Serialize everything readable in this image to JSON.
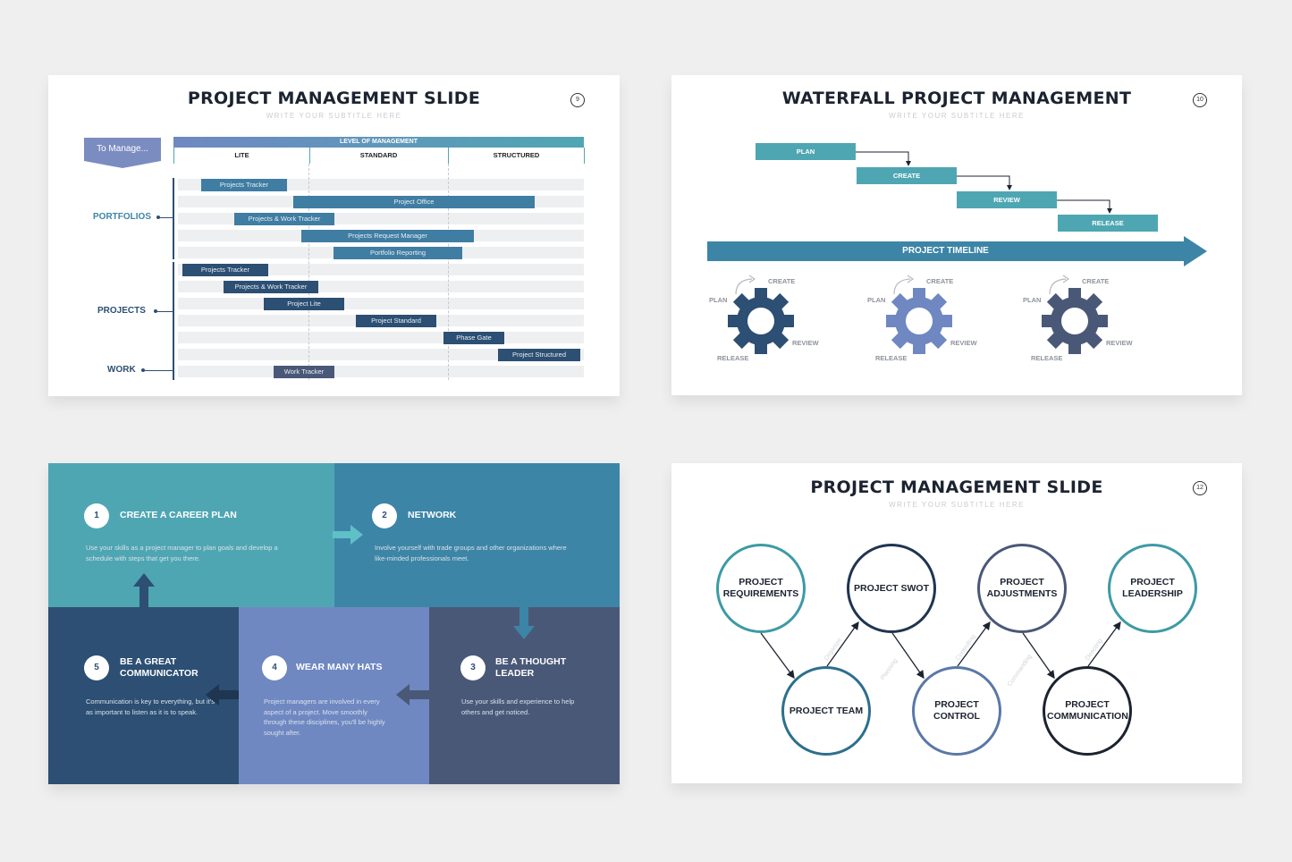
{
  "slide1": {
    "title": "PROJECT MANAGEMENT SLIDE",
    "subtitle": "WRITE YOUR SUBTITLE HERE",
    "page": "9",
    "manage_tag": "To Manage...",
    "level_header": "LEVEL OF MANAGEMENT",
    "columns": [
      "LITE",
      "STANDARD",
      "STRUCTURED"
    ],
    "categories": {
      "portfolios": "PORTFOLIOS",
      "projects": "PROJECTS",
      "work": "WORK"
    },
    "bars": [
      "Projects Tracker",
      "Project Office",
      "Projects & Work Tracker",
      "Projects Request Manager",
      "Portfolio Reporting",
      "Projects Tracker",
      "Projects & Work Tracker",
      "Project Lite",
      "Project Standard",
      "Phase Gate",
      "Project Structured",
      "Work Tracker"
    ]
  },
  "slide2": {
    "title": "WATERFALL PROJECT MANAGEMENT",
    "subtitle": "WRITE YOUR SUBTITLE HERE",
    "page": "10",
    "steps": [
      "PLAN",
      "CREATE",
      "REVIEW",
      "RELEASE"
    ],
    "timeline": "PROJECT TIMELINE",
    "gear_labels": {
      "plan": "PLAN",
      "create": "CREATE",
      "review": "REVIEW",
      "release": "RELEASE"
    },
    "gear_colors": [
      "#2c4f73",
      "#6f88c2",
      "#4a5878"
    ]
  },
  "slide3": {
    "panels": [
      {
        "num": "1",
        "title": "CREATE A CAREER PLAN",
        "text": "Use your skills as a project manager to plan goals and develop a schedule with steps that get you there."
      },
      {
        "num": "2",
        "title": "NETWORK",
        "text": "Involve yourself with trade groups and other organizations where like-minded professionals meet."
      },
      {
        "num": "3",
        "title": "BE A THOUGHT LEADER",
        "text": "Use your skills and experience to help others and get noticed."
      },
      {
        "num": "4",
        "title": "WEAR MANY HATS",
        "text": "Project managers are involved in every aspect of a project. Move smoothly through these disciplines, you'll be highly sought after."
      },
      {
        "num": "5",
        "title": "BE A GREAT COMMUNICATOR",
        "text": "Communication is key to everything, but it's as important to listen as it is to speak."
      }
    ],
    "colors": [
      "#4fa6b3",
      "#3d85a6",
      "#4a5878",
      "#6f88c2",
      "#2c4f73"
    ]
  },
  "slide4": {
    "title": "PROJECT MANAGEMENT SLIDE",
    "subtitle": "WRITE YOUR SUBTITLE HERE",
    "page": "12",
    "nodes": [
      "PROJECT REQUIREMENTS",
      "PROJECT SWOT",
      "PROJECT ADJUSTMENTS",
      "PROJECT LEADERSHIP",
      "PROJECT TEAM",
      "PROJECT CONTROL",
      "PROJECT COMMUNICATION"
    ],
    "connector_labels": [
      "Organize",
      "Planning",
      "Controlling",
      "Commanding",
      "Directing"
    ]
  }
}
